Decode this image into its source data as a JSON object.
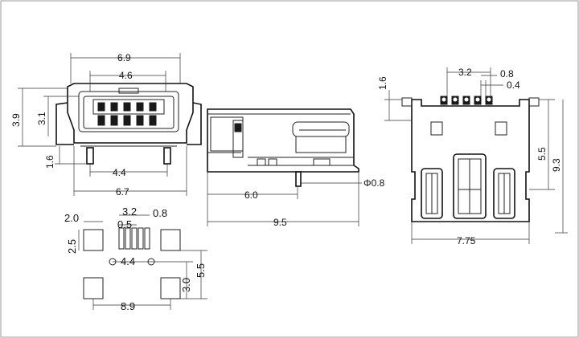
{
  "figure": {
    "front_view": {
      "dims": {
        "width_top": "6.9",
        "inner_width": "4.6",
        "height_left": "3.9",
        "inner_height": "3.1",
        "leg_height": "1.6",
        "leg_pitch": "4.4",
        "width_bottom": "6.7"
      }
    },
    "side_view": {
      "dims": {
        "pin_diameter": "Φ0.8",
        "pin_offset": "6.0",
        "total_length": "9.5"
      }
    },
    "top_view": {
      "dims": {
        "pad_height": "1.6",
        "pin_group": "3.2",
        "pin_width": "0.8",
        "pin_gap": "0.4",
        "pad_to_pin": "5.5",
        "total_depth": "9.3",
        "total_width": "7.75"
      }
    },
    "footprint": {
      "dims": {
        "pad_width": "2.0",
        "pad_height": "2.5",
        "pin_group": "3.2",
        "pin_width": "0.8",
        "pin_pitch": "0.5",
        "hole_pitch": "4.4",
        "pad_offset": "3.0",
        "pad_span_v": "5.5",
        "pad_span_h": "8.9"
      }
    }
  }
}
